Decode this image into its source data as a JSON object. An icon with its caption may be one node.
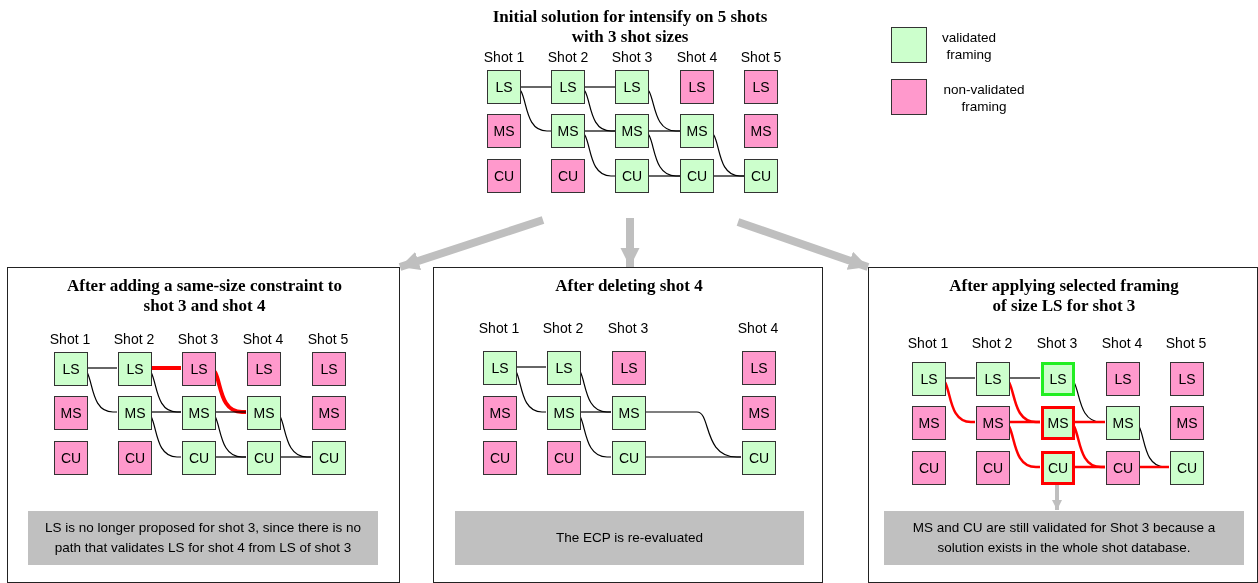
{
  "diagram": {
    "title": "Initial solution for intensify on 5 shots with 3 shot sizes",
    "nodes": [
      {
        "text": [
          "LS"
        ]
      },
      {
        "text": [
          "LS"
        ]
      },
      {
        "text": [
          "LS"
        ]
      },
      {
        "text": [
          "LS"
        ]
      },
      {
        "text": [
          "LS"
        ]
      },
      {
        "text": [
          "MS"
        ]
      },
      {
        "text": [
          "MS"
        ]
      },
      {
        "text": [
          "MS"
        ]
      },
      {
        "text": [
          "MS"
        ]
      },
      {
        "text": [
          "MS"
        ]
      },
      {
        "text": [
          "CU"
        ]
      },
      {
        "text": [
          "CU"
        ]
      },
      {
        "text": [
          "CU"
        ]
      },
      {
        "text": [
          "CU"
        ]
      },
      {
        "text": [
          "CU"
        ]
      },
      {
        "text": [
          "After adding a same-size constraint to shot 3 and shot 4"
        ]
      },
      {
        "text": [
          "LS"
        ],
        "in": 15
      },
      {
        "text": [
          "LS"
        ],
        "in": 15
      },
      {
        "text": [
          "LS"
        ],
        "in": 15
      },
      {
        "text": [
          "LS"
        ],
        "in": 15
      },
      {
        "text": [
          "LS"
        ],
        "in": 15
      },
      {
        "text": [
          "MS"
        ],
        "in": 15
      },
      {
        "text": [
          "MS"
        ],
        "in": 15
      },
      {
        "text": [
          "MS"
        ],
        "in": 15
      },
      {
        "text": [
          "MS"
        ],
        "in": 15
      },
      {
        "text": [
          "MS"
        ],
        "in": 15
      },
      {
        "text": [
          "CU"
        ],
        "in": 15
      },
      {
        "text": [
          "CU"
        ],
        "in": 15
      },
      {
        "text": [
          "CU"
        ],
        "in": 15
      },
      {
        "text": [
          "CU"
        ],
        "in": 15
      },
      {
        "text": [
          "CU"
        ],
        "in": 15
      },
      {
        "text": [
          "LS is no longer proposed for shot 3, since there is no path that validates LS for shot 4 from LS of shot 3"
        ],
        "in": 15
      },
      {
        "text": [
          "After deleting shot 4"
        ]
      },
      {
        "text": [
          "LS"
        ],
        "in": 32
      },
      {
        "text": [
          "LS"
        ],
        "in": 32
      },
      {
        "text": [
          "LS"
        ],
        "in": 32
      },
      {
        "text": [
          "LS"
        ],
        "in": 32
      },
      {
        "text": [
          "MS"
        ],
        "in": 32
      },
      {
        "text": [
          "MS"
        ],
        "in": 32
      },
      {
        "text": [
          "MS"
        ],
        "in": 32
      },
      {
        "text": [
          "MS"
        ],
        "in": 32
      },
      {
        "text": [
          "CU"
        ],
        "in": 32
      },
      {
        "text": [
          "CU"
        ],
        "in": 32
      },
      {
        "text": [
          "CU"
        ],
        "in": 32
      },
      {
        "text": [
          "CU"
        ],
        "in": 32
      },
      {
        "text": [
          "The ECP is re-evaluated"
        ],
        "in": 32
      },
      {
        "text": [
          "After applying selected framing of size LS for shot 3"
        ]
      },
      {
        "text": [
          "LS"
        ],
        "in": 46
      },
      {
        "text": [
          "LS"
        ],
        "in": 46
      },
      {
        "text": [
          "LS"
        ],
        "in": 46
      },
      {
        "text": [
          "LS"
        ],
        "in": 46
      },
      {
        "text": [
          "LS"
        ],
        "in": 46
      },
      {
        "text": [
          "MS"
        ],
        "in": 46
      },
      {
        "text": [
          "MS"
        ],
        "in": 46
      },
      {
        "text": [
          "MS"
        ],
        "in": 46
      },
      {
        "text": [
          "MS"
        ],
        "in": 46
      },
      {
        "text": [
          "MS"
        ],
        "in": 46
      },
      {
        "text": [
          "CU"
        ],
        "in": 46
      },
      {
        "text": [
          "CU"
        ],
        "in": 46
      },
      {
        "text": [
          "CU"
        ],
        "in": 46
      },
      {
        "text": [
          "CU"
        ],
        "in": 46
      },
      {
        "text": [
          "CU"
        ],
        "in": 46
      },
      {
        "text": [
          "MS and CU are still validated for Shot 3 because a solution exists in the whole shot database."
        ],
        "in": 46
      }
    ],
    "edges": [
      {
        "from": 0,
        "to": 1,
        "arrow": "none"
      },
      {
        "from": 0,
        "to": 6,
        "arrow": "none"
      },
      {
        "from": 1,
        "to": 2,
        "arrow": "none"
      },
      {
        "from": 1,
        "to": 7,
        "arrow": "none"
      },
      {
        "from": 2,
        "to": 8,
        "arrow": "none"
      },
      {
        "from": 6,
        "to": 7,
        "arrow": "none"
      },
      {
        "from": 6,
        "to": 12,
        "arrow": "none"
      },
      {
        "from": 7,
        "to": 8,
        "arrow": "none"
      },
      {
        "from": 7,
        "to": 13,
        "arrow": "none"
      },
      {
        "from": 8,
        "to": 14,
        "arrow": "none"
      },
      {
        "from": 12,
        "to": 13,
        "arrow": "none"
      },
      {
        "from": 13,
        "to": 14,
        "arrow": "none"
      },
      {
        "from": 16,
        "to": 17,
        "arrow": "none"
      },
      {
        "from": 16,
        "to": 22,
        "arrow": "none"
      },
      {
        "from": 17,
        "to": 18,
        "arrow": "none",
        "style": "thick",
        "color": "#ff0000"
      },
      {
        "from": 17,
        "to": 23,
        "arrow": "none"
      },
      {
        "from": 18,
        "to": 24,
        "arrow": "none",
        "style": "thick",
        "color": "#ff0000"
      },
      {
        "from": 22,
        "to": 23,
        "arrow": "none"
      },
      {
        "from": 22,
        "to": 28,
        "arrow": "none"
      },
      {
        "from": 23,
        "to": 24,
        "arrow": "none"
      },
      {
        "from": 23,
        "to": 29,
        "arrow": "none"
      },
      {
        "from": 24,
        "to": 30,
        "arrow": "none"
      },
      {
        "from": 28,
        "to": 29,
        "arrow": "none"
      },
      {
        "from": 29,
        "to": 30,
        "arrow": "none"
      },
      {
        "from": 33,
        "to": 34,
        "arrow": "none"
      },
      {
        "from": 33,
        "to": 38,
        "arrow": "none"
      },
      {
        "from": 34,
        "to": 39,
        "arrow": "none"
      },
      {
        "from": 38,
        "to": 39,
        "arrow": "none"
      },
      {
        "from": 38,
        "to": 43,
        "arrow": "none"
      },
      {
        "from": 39,
        "to": 44,
        "arrow": "none"
      },
      {
        "from": 43,
        "to": 44,
        "arrow": "none"
      },
      {
        "from": 47,
        "to": 48,
        "arrow": "none"
      },
      {
        "from": 47,
        "to": 53,
        "arrow": "none",
        "color": "#ff0000"
      },
      {
        "from": 48,
        "to": 49,
        "arrow": "none"
      },
      {
        "from": 48,
        "to": 54,
        "arrow": "none",
        "color": "#ff0000"
      },
      {
        "from": 49,
        "to": 55,
        "arrow": "none"
      },
      {
        "from": 53,
        "to": 54,
        "arrow": "none",
        "color": "#ff0000"
      },
      {
        "from": 53,
        "to": 59,
        "arrow": "none",
        "color": "#ff0000"
      },
      {
        "from": 54,
        "to": 55,
        "arrow": "none",
        "color": "#ff0000"
      },
      {
        "from": 54,
        "to": 60,
        "arrow": "none",
        "color": "#ff0000"
      },
      {
        "from": 55,
        "to": 61,
        "arrow": "none"
      },
      {
        "from": 59,
        "to": 60,
        "arrow": "none",
        "color": "#ff0000"
      },
      {
        "from": 60,
        "to": 61,
        "arrow": "none",
        "color": "#ff0000"
      },
      {
        "from": null,
        "to": 15,
        "arrow": "to",
        "style": "thick",
        "color": "#bfbfbf"
      },
      {
        "from": null,
        "to": 32,
        "arrow": "to",
        "style": "thick",
        "color": "#bfbfbf"
      },
      {
        "from": null,
        "to": 46,
        "arrow": "to",
        "style": "thick",
        "color": "#bfbfbf"
      },
      {
        "from": 59,
        "to": 62,
        "arrow": "to",
        "style": "thick",
        "color": "#bfbfbf"
      }
    ],
    "labels": [
      "Shot 1",
      "Shot 2",
      "Shot 3",
      "Shot 4",
      "Shot 5",
      "Shot 1",
      "Shot 2",
      "Shot 3",
      "Shot 4",
      "Shot 5",
      "Shot 1",
      "Shot 2",
      "Shot 3",
      "Shot 4",
      "Shot 1",
      "Shot 2",
      "Shot 3",
      "Shot 4",
      "Shot 5"
    ],
    "legend": [
      {
        "text": "validated framing",
        "color": "#ccffcc"
      },
      {
        "text": "non-validated framing",
        "color": "#ff99cc"
      }
    ]
  }
}
